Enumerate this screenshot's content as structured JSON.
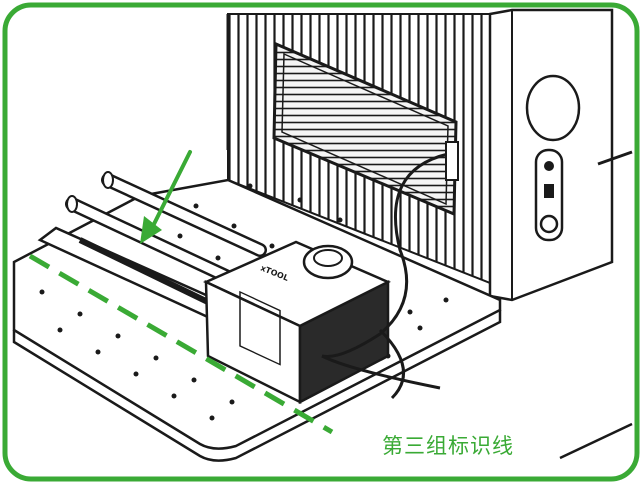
{
  "caption": {
    "text": "第三组标识线"
  },
  "brand_mark": "xTOOL",
  "colors": {
    "accent_green": "#3aaa35",
    "line_art": "#1a1a1a",
    "background": "#ffffff"
  },
  "icons": {
    "arrow": "arrow-pointing-down-left",
    "marker_line": "dashed-guide-line"
  }
}
